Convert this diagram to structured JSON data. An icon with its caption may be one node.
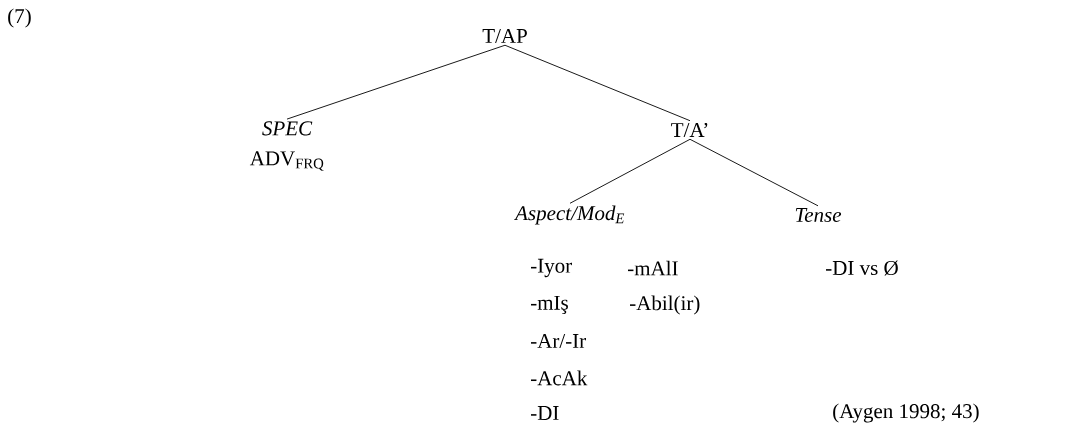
{
  "diagram": {
    "nodes": [
      {
        "text": [
          "T/AP"
        ]
      },
      {
        "text": [
          "SPEC",
          "ADV$_{FRQ}$"
        ]
      },
      {
        "text": [
          "T/A’"
        ]
      },
      {
        "text": [
          "Aspect/Mod$_{E}$"
        ]
      },
      {
        "text": [
          "Tense"
        ]
      }
    ],
    "edges": [
      {
        "from": 0,
        "to": 1,
        "arrow": "none"
      },
      {
        "from": 0,
        "to": 2,
        "arrow": "none"
      },
      {
        "from": 2,
        "to": 3,
        "arrow": "none"
      },
      {
        "from": 2,
        "to": 4,
        "arrow": "none"
      }
    ],
    "labels": [
      "(7)",
      "-Iyor",
      "-mAlI",
      "-DI  vs Ø",
      "-mIş",
      "-Abil(ir)",
      "-Ar/-Ir",
      "-AcAk",
      "-DI",
      "(Aygen 1998; 43)"
    ]
  }
}
